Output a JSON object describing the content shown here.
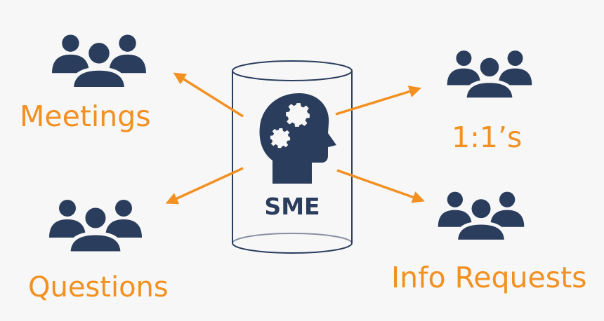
{
  "center": {
    "label": "SME",
    "icon": "head-with-gears-icon"
  },
  "nodes": [
    {
      "label": "Meetings",
      "icon": "people-group-icon"
    },
    {
      "label": "1:1’s",
      "icon": "people-group-icon"
    },
    {
      "label": "Questions",
      "icon": "people-group-icon"
    },
    {
      "label": "Info Requests",
      "icon": "people-group-icon"
    }
  ],
  "colors": {
    "accent": "#f39022",
    "icon": "#2a3d5c",
    "background": "#f7f7f7"
  }
}
